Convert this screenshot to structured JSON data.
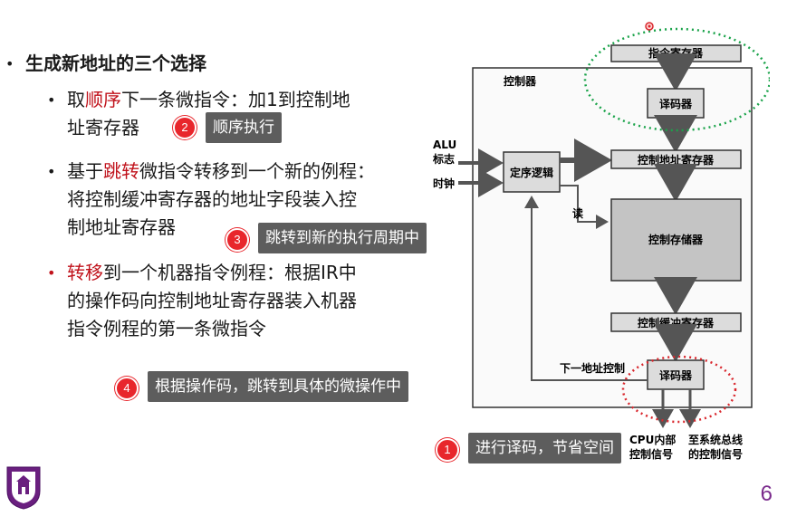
{
  "heading": "生成新地址的三个选择",
  "bullets": [
    {
      "pre": "取",
      "hl": "顺序",
      "post": "下一条微指令：加1到控制地",
      "line2": "址寄存器",
      "line3": ""
    },
    {
      "pre": "基于",
      "hl": "跳转",
      "post": "微指令转移到一个新的例程：",
      "line2": "将控制缓冲寄存器的地址字段装入控",
      "line3": "制地址寄存器"
    },
    {
      "pre": "",
      "hl": "转移",
      "post": "到一个机器指令例程：根据IR中",
      "line2": "的操作码向控制地址寄存器装入机器",
      "line3": "指令例程的第一条微指令"
    }
  ],
  "callouts": [
    {
      "num": "1",
      "text": "进行译码，节省空间"
    },
    {
      "num": "2",
      "text": "顺序执行"
    },
    {
      "num": "3",
      "text": "跳转到新的执行周期中"
    },
    {
      "num": "4",
      "text": "根据操作码，跳转到具体的微操作中"
    }
  ],
  "diagram": {
    "ir": "指令寄存器",
    "controller": "控制器",
    "decoder_top": "译码器",
    "alu_flags_1": "ALU",
    "alu_flags_2": "标志",
    "clock": "时钟",
    "sequencing_logic": "定序逻辑",
    "car": "控制地址寄存器",
    "read": "读",
    "control_memory": "控制存储器",
    "cbr": "控制缓冲寄存器",
    "next_address_control": "下一地址控制",
    "decoder_bottom": "译码器",
    "internal_1": "CPU内部",
    "internal_2": "控制信号",
    "external_1": "至系统总线",
    "external_2": "的控制信号"
  },
  "colors": {
    "highlight": "#c0121b",
    "callout_bg": "#5d5d5d",
    "badge": "#e8262c",
    "green_ring": "#1aa34a",
    "red_ring": "#d9262c",
    "slide_number": "#7a2a8c"
  },
  "slide_number": "6"
}
